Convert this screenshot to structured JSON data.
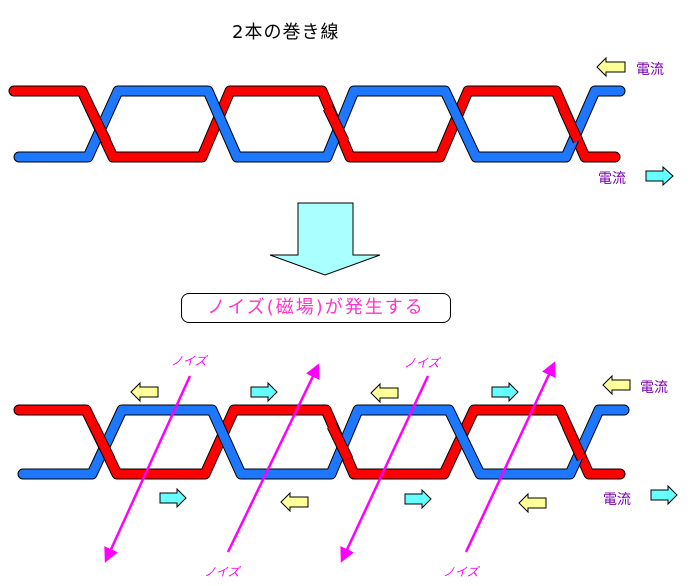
{
  "title": "2本の巻き線",
  "banner": "ノイズ(磁場)が発生する",
  "current_label": "電流",
  "noise_label": "ノイズ",
  "colors": {
    "red_wire": "#ff0000",
    "blue_wire": "#1e78ff",
    "yellow_arrow": "#ffff99",
    "cyan_arrow": "#66ffff",
    "noise_line": "#ff00ff",
    "label_purple": "#7a00b0"
  },
  "icons": [
    "down-arrow",
    "left-arrow-yellow",
    "right-arrow-cyan",
    "noise-double-arrow"
  ]
}
